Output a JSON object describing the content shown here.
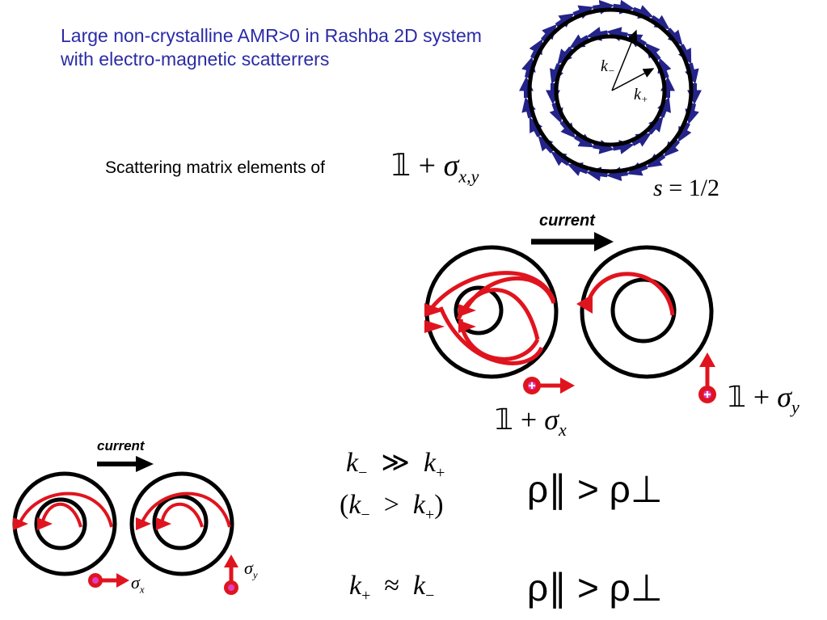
{
  "title": "Large non-crystalline AMR>0 in Rashba 2D system with electro-magnetic scatterrers",
  "subtitle": "Scattering matrix elements  of",
  "subtitle_formula": "𝟙 + σx,y",
  "spin_label": "s = 1/2",
  "k_minus_label": "k−",
  "k_plus_label": "k+",
  "current_label": "current",
  "sigma_x_formula": "𝟙 + σx",
  "sigma_y_formula": "𝟙 + σy",
  "small_sigma_x": "σx",
  "small_sigma_y": "σy",
  "relation_1": "k−  ≫  k+",
  "relation_2": "(k−  >  k+)",
  "relation_3": "k+  ≈  k−",
  "rho_relation": "ρ∥ > ρ⊥",
  "colors": {
    "title": "#2b2ba8",
    "arrows_blue": "#23238a",
    "red": "#e0141e",
    "magenta": "#e040c0"
  }
}
